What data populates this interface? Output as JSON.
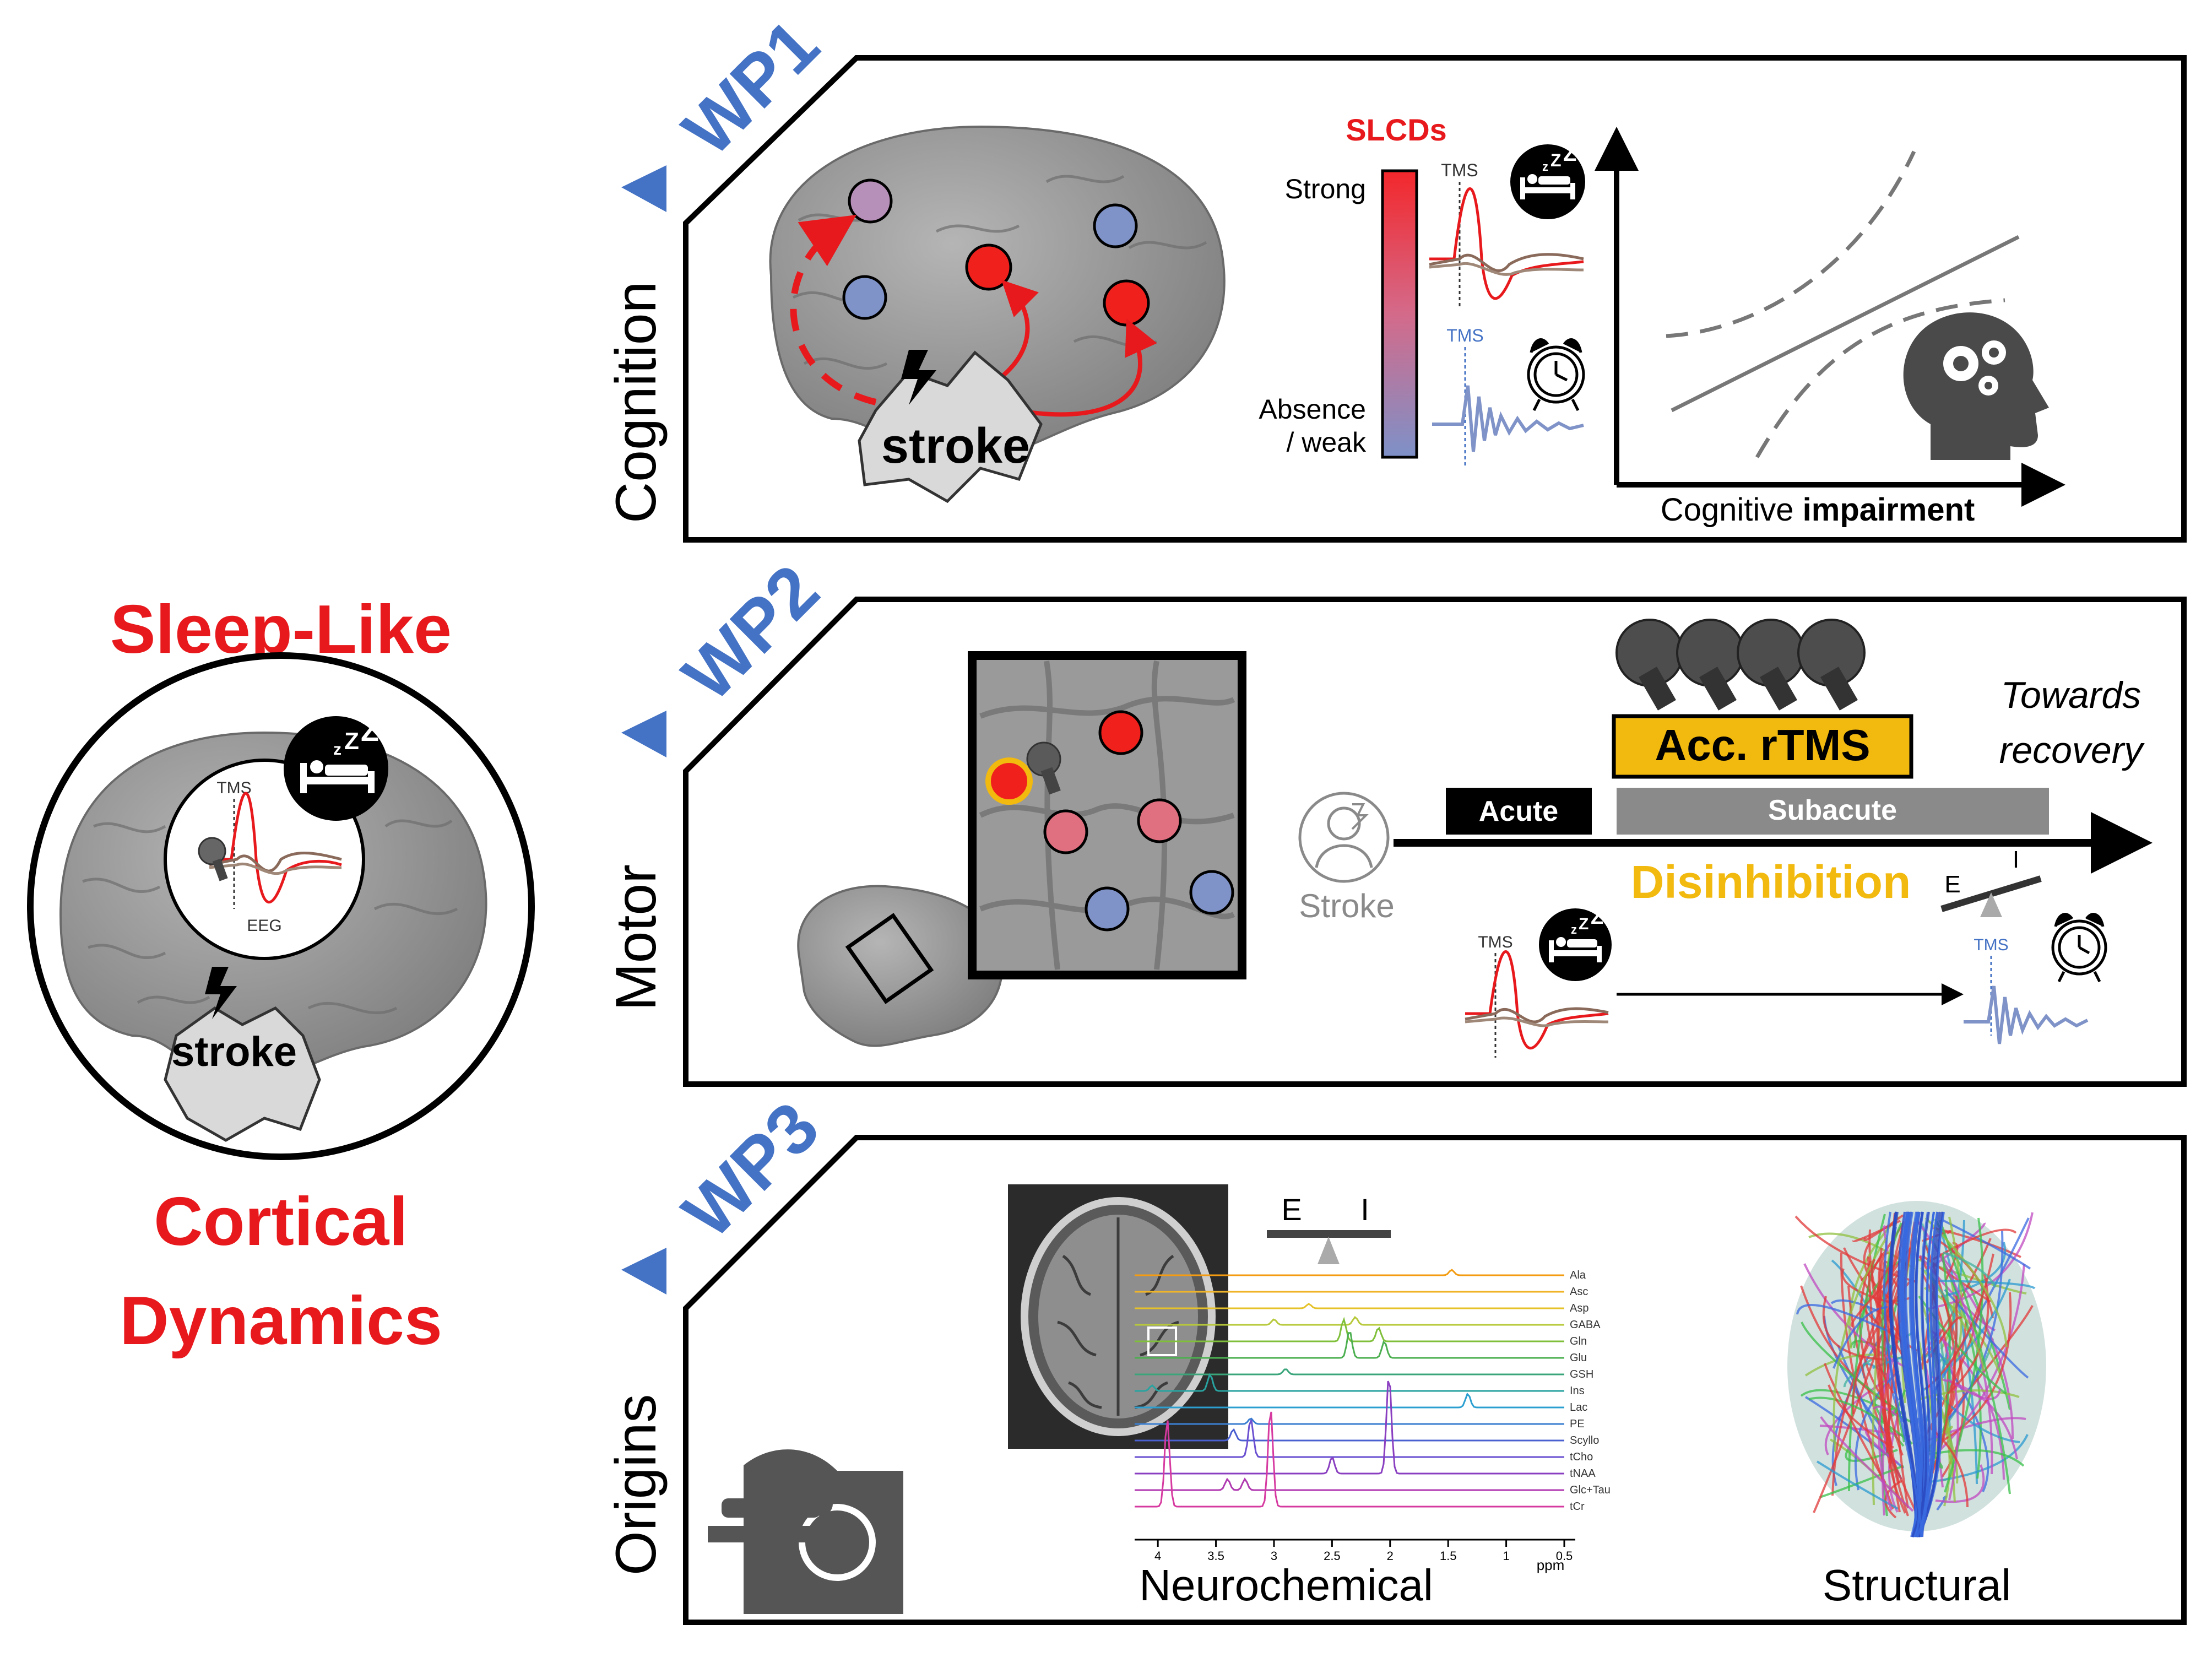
{
  "colors": {
    "red": "#e8191c",
    "blue": "#4472c4",
    "gold": "#f2b90f",
    "node_red": "#f0211d",
    "node_blue": "#7f93c8",
    "node_pink": "#e07080",
    "node_purple": "#b690b8",
    "brain_gray": "#8c8c8c",
    "dark_gray": "#555555"
  },
  "left": {
    "title_line1": "Sleep-Like",
    "title_line2": "Cortical",
    "title_line3": "Dynamics",
    "tms_label": "TMS",
    "eeg_label": "EEG",
    "stroke_label": "stroke",
    "icons": [
      "sleep-bed-icon",
      "tms-coil-icon",
      "lightning-icon"
    ]
  },
  "wp1": {
    "tag": "WP1",
    "side_label": "Cognition",
    "stroke_label": "stroke",
    "legend_title": "SLCDs",
    "legend_high": "Strong",
    "legend_low_line1": "Absence",
    "legend_low_line2": "/ weak",
    "tms_top": "TMS",
    "tms_bottom": "TMS",
    "xaxis_plain": "Cognitive ",
    "xaxis_bold": "impairment",
    "icons": [
      "sleep-bed-icon",
      "alarm-clock-icon",
      "head-gears-icon",
      "lightning-icon"
    ]
  },
  "wp2": {
    "tag": "WP2",
    "side_label": "Motor",
    "stroke_label": "Stroke",
    "phase_acute": "Acute",
    "phase_subacute": "Subacute",
    "intervention": "Acc. rTMS",
    "towards_line1": "Towards",
    "towards_line2": "recovery",
    "disinhibition": "Disinhibition",
    "e_label": "E",
    "i_label": "I",
    "tms_left": "TMS",
    "tms_right": "TMS",
    "icons": [
      "stroke-patient-icon",
      "tms-coil-icon",
      "sleep-bed-icon",
      "alarm-clock-icon",
      "balance-scale-icon"
    ]
  },
  "wp3": {
    "tag": "WP3",
    "side_label": "Origins",
    "neuro_label": "Neurochemical",
    "struct_label": "Structural",
    "e_label": "E",
    "i_label": "I",
    "ppm_label": "ppm",
    "metabolites": [
      "Ala",
      "Asc",
      "Asp",
      "GABA",
      "Gln",
      "Glu",
      "GSH",
      "Ins",
      "Lac",
      "PE",
      "Scyllo",
      "tCho",
      "tNAA",
      "Glc+Tau",
      "tCr"
    ],
    "ppm_ticks": [
      "4",
      "3.5",
      "3",
      "2.5",
      "2",
      "1.5",
      "1",
      "0.5"
    ],
    "icons": [
      "mri-scanner-icon",
      "balance-scale-icon"
    ]
  }
}
